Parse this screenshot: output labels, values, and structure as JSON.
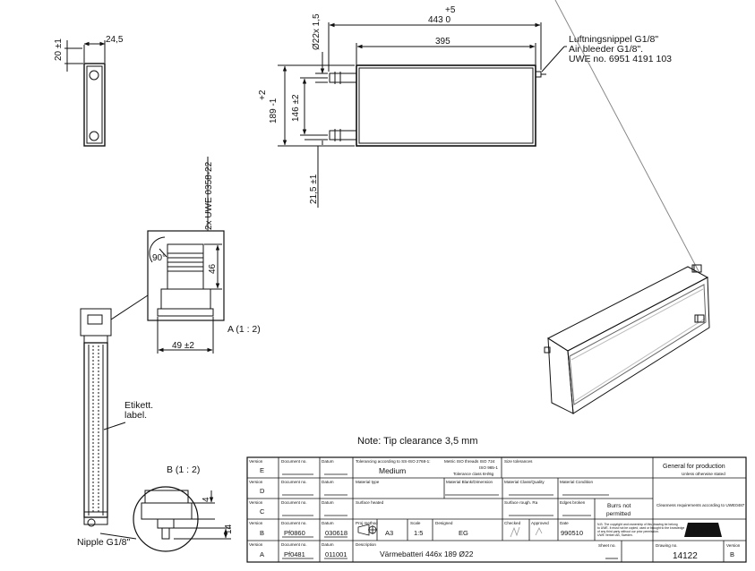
{
  "top_view": {
    "dim_overall_tol": "+5",
    "dim_overall": "443  0",
    "dim_inner": "395",
    "dim_height_tol": "+2",
    "dim_height": "189 -1",
    "dim_nipple_spacing": "146 ±2",
    "dim_diameter": "Ø22x 1,5",
    "dim_offset": "21,5 ±1",
    "callout_line1": "Luftningsnippel  G1/8\"",
    "callout_line2": "Air bleeder  G1/8\".",
    "callout_line3": "UWE no. 6951 4191 103"
  },
  "side_view": {
    "dim_width": "24,5",
    "dim_depth": "20 ±1"
  },
  "detail_a": {
    "label": "A (1 : 2)",
    "dim_width": "49 ±2",
    "dim_height": "46",
    "dim_angle": "90°",
    "dim_rotated": "2x UWE 0358-22"
  },
  "detail_b": {
    "label": "B (1 : 2)",
    "dim_a": "4",
    "dim_b": "14"
  },
  "labels": {
    "etikett_1": "Etikett.",
    "etikett_2": "label.",
    "nipple": "Nipple G1/8\"",
    "note": "Note: Tip clearance 3,5 mm"
  },
  "title_block": {
    "version_label": "Version",
    "docno_label": "Document no.",
    "datum_label": "Datum",
    "rows": [
      {
        "version": "E",
        "docno": "",
        "datum": ""
      },
      {
        "version": "D",
        "docno": "",
        "datum": ""
      },
      {
        "version": "C",
        "docno": "",
        "datum": ""
      },
      {
        "version": "B",
        "docno": "Pf0860",
        "datum": "030618"
      },
      {
        "version": "A",
        "docno": "Pf0481",
        "datum": "011001"
      }
    ],
    "tolerancing_label": "Tolerancing according to SS-ISO 2768-1:",
    "tolerancing_value": "Medium",
    "metric_label": "Metric ISO threads ISO 724",
    "iso_label": "ISO 965-1",
    "tolerance_class": "Tolerance class 6H/6g",
    "size_tol_label": "Size tolerances",
    "material_type_label": "Material type",
    "material_blank_label": "Material Blank/Dimension",
    "material_class_label": "Material Class/Quality",
    "material_condition_label": "Material Condition",
    "surface_heated_label": "Surface heated",
    "surface_rough_label": "Surface rough. Ra",
    "edges_broken_label": "Edges broken",
    "burrs_1": "Burrs not",
    "burrs_2": "permitted",
    "general_1": "General for production",
    "general_2": "Unless otherwise stated",
    "cleanness": "Cleanness requirements according to UWE0487",
    "proj_method_label": "Proj method",
    "format_value": "A3",
    "scale_label": "Scale",
    "scale_value": "1:5",
    "designed_label": "Designed",
    "designed_value": "EG",
    "checked_label": "Checked",
    "approved_label": "Approved",
    "date_label": "Date",
    "date_value": "990510",
    "copyright_1": "N.B. The copyright and ownership of this drawing be belong",
    "copyright_2": "to UWE. It must not be copied, used or brought to the knowledge",
    "copyright_3": "of any third party without our prior permission.",
    "copyright_4": "UWE Verken AB, Sweden.",
    "logo": "UWE",
    "description_label": "Description",
    "description_value": "Värmebatteri 446x 189   Ø22",
    "sheet_label": "Sheet no.",
    "drawing_label": "Drawing no.",
    "drawing_value": "14122",
    "version_value": "B"
  }
}
